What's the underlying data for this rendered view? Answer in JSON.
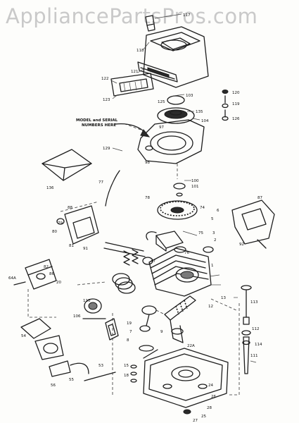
{
  "watermark": "AppliancePartsPros.com",
  "note_line1": "MODEL and SERIAL",
  "note_line2": "NUMBERS HERE",
  "labels": [
    "117",
    "118",
    "121",
    "122",
    "123",
    "120",
    "119",
    "103",
    "126",
    "135",
    "104",
    "125",
    "97",
    "98",
    "129",
    "136",
    "77",
    "100",
    "101",
    "78",
    "87",
    "88",
    "80",
    "79",
    "74",
    "3",
    "2",
    "5",
    "6",
    "81",
    "92",
    "91",
    "75",
    "76",
    "47",
    "1",
    "13",
    "12",
    "110",
    "106",
    "64A",
    "82",
    "86",
    "20",
    "19",
    "7",
    "8",
    "9",
    "113",
    "111",
    "112",
    "114",
    "22A",
    "26",
    "28",
    "25",
    "27",
    "24",
    "18",
    "15",
    "53",
    "54",
    "55",
    "56"
  ]
}
